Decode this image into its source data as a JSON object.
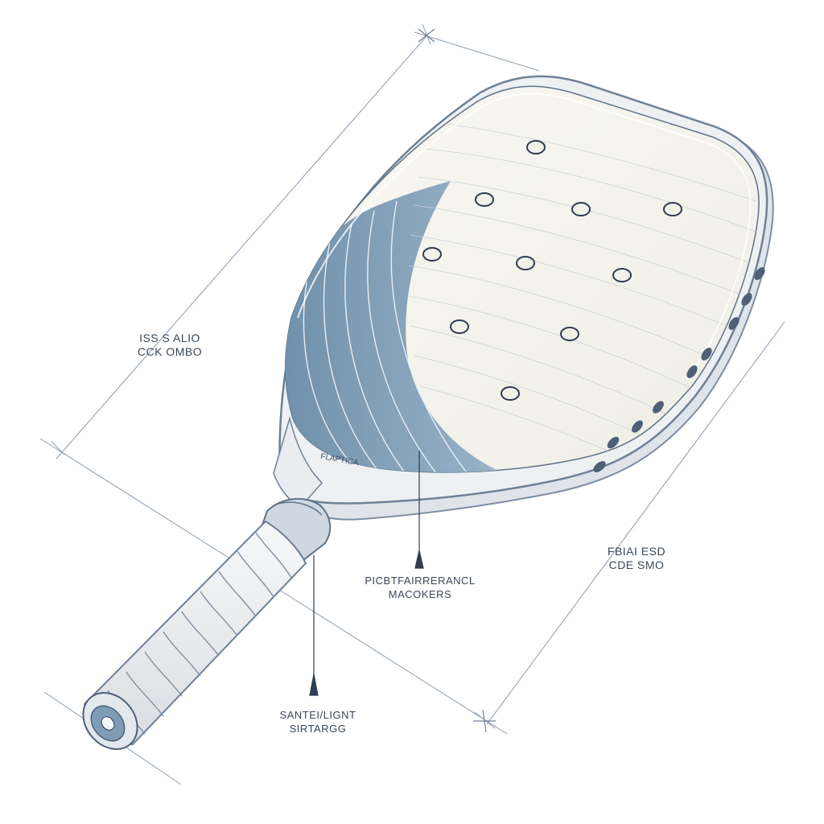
{
  "annotations": {
    "top_left": {
      "line1": "ISS S ALIO",
      "line2": "CCK OMBO"
    },
    "right": {
      "line1": "FBIAI ESD",
      "line2": "CDE SMO"
    },
    "middle": {
      "line1": "PICBTFAIRRERANCL",
      "line2": "MACOKERS"
    },
    "bottom": {
      "line1": "SANTEI/LIGNT",
      "line2": "SIRTARGG"
    }
  },
  "brand_mark": "FLAPTICA",
  "colors": {
    "frame": "#8c9fb3",
    "face": "#f4f3ec",
    "accent_blue": "#7e9cb6",
    "ink": "#2f3d52",
    "grip": "#eceef1"
  }
}
